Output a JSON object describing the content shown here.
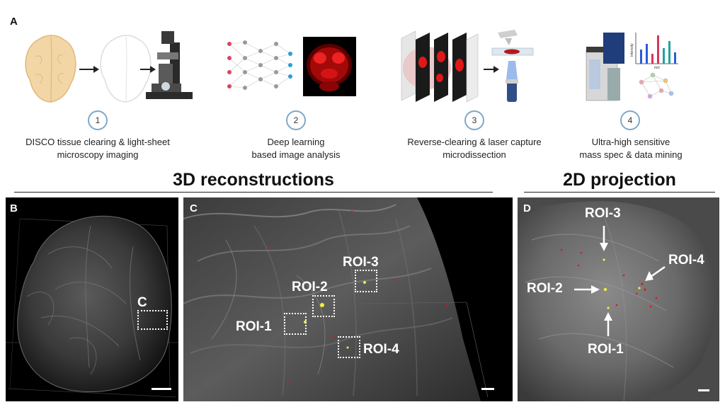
{
  "panel_a": {
    "letter": "A",
    "steps": [
      {
        "number": "1",
        "caption": "DISCO tissue clearing & light-sheet\nmicroscopy imaging"
      },
      {
        "number": "2",
        "caption": "Deep learning\nbased image analysis"
      },
      {
        "number": "3",
        "caption": "Reverse-clearing & laser capture\nmicrodissection"
      },
      {
        "number": "4",
        "caption": "Ultra-high sensitive\nmass spec & data mining"
      }
    ],
    "chart_axis_x": "m/z",
    "chart_axis_y": "Intensity"
  },
  "sections": {
    "reconstructions_title": "3D reconstructions",
    "projection_title": "2D projection"
  },
  "panel_b": {
    "letter": "B",
    "inset_label": "C"
  },
  "panel_c": {
    "letter": "C",
    "rois": [
      "ROI-1",
      "ROI-2",
      "ROI-3",
      "ROI-4"
    ]
  },
  "panel_d": {
    "letter": "D",
    "rois": [
      "ROI-1",
      "ROI-2",
      "ROI-3",
      "ROI-4"
    ]
  },
  "colors": {
    "signal_red": "#e0141c",
    "roi_dot_yellow": "#f2ee3a",
    "step_circle_border": "#7fa8c9",
    "brain_beige": "#f3d6a6"
  }
}
